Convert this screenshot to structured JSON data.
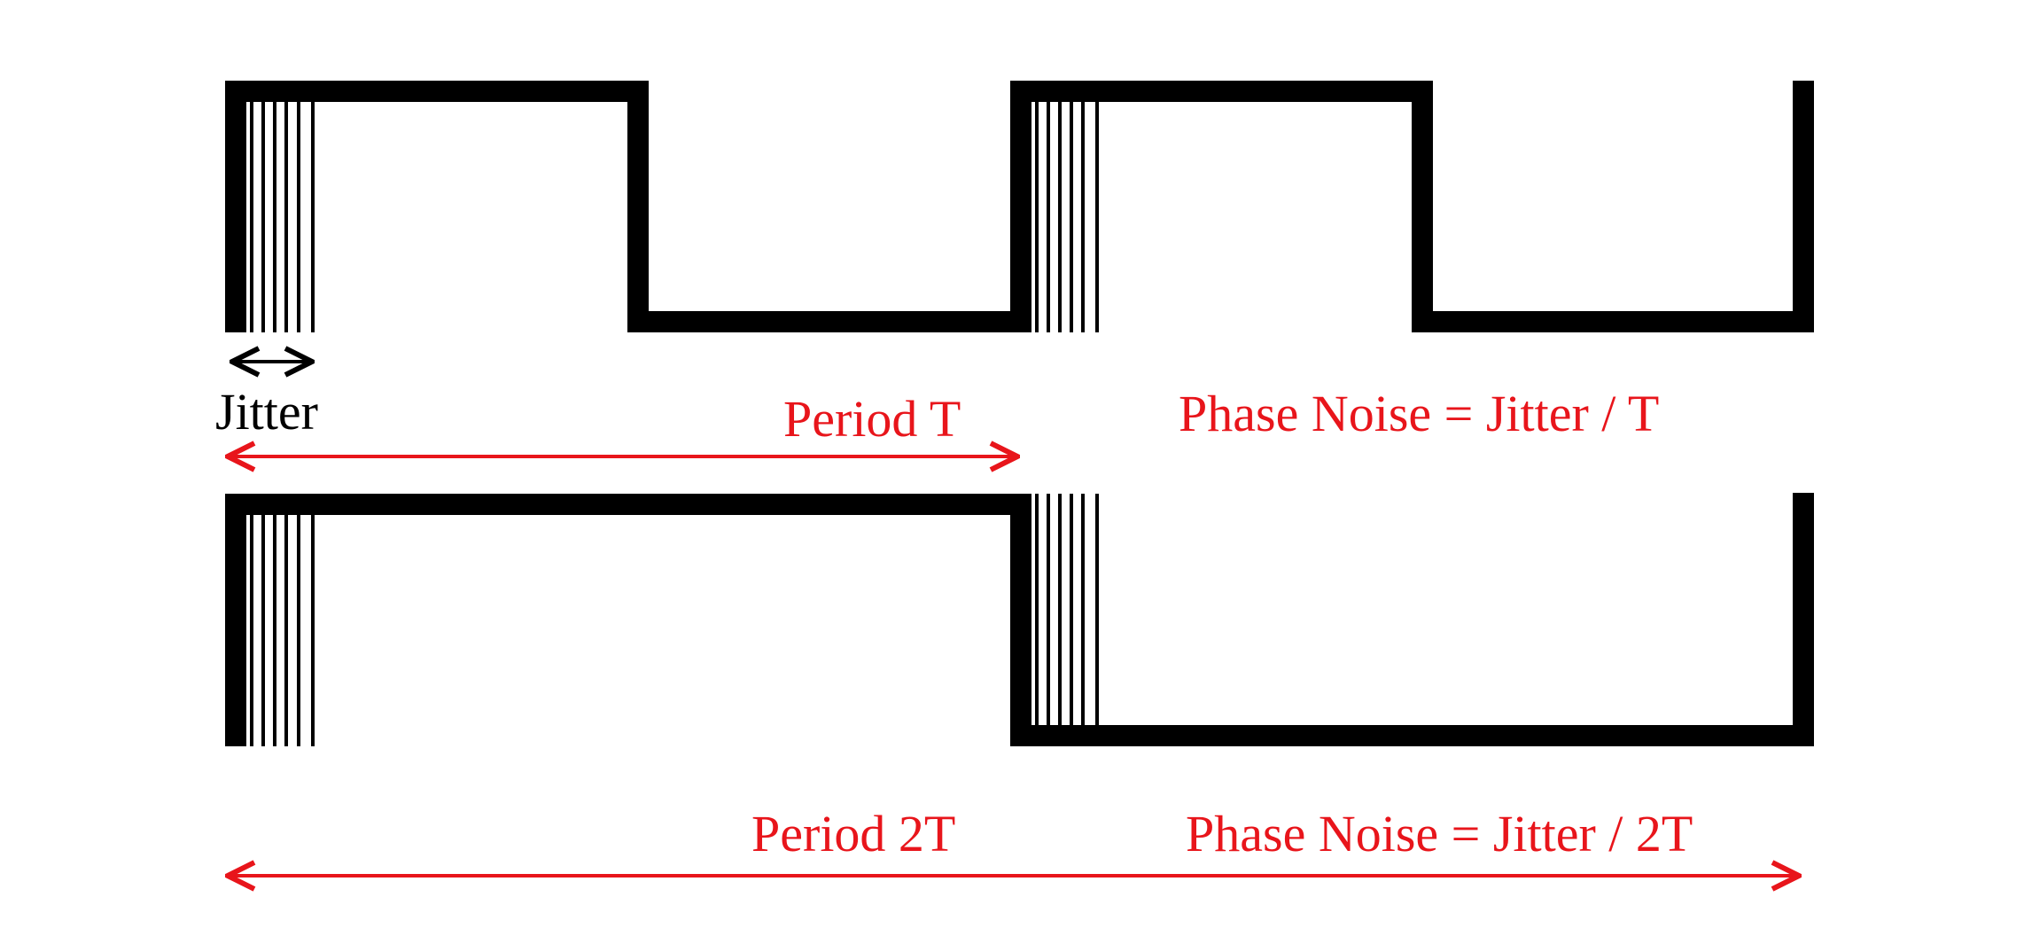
{
  "colors": {
    "waveform": "#000000",
    "annotation": "#e8151b",
    "background": "#ffffff"
  },
  "top_waveform": {
    "jitter_label": "Jitter",
    "period_label": "Period T",
    "phase_noise_label": "Phase Noise = Jitter / T"
  },
  "bottom_waveform": {
    "period_label": "Period 2T",
    "phase_noise_label": "Phase Noise = Jitter / 2T"
  }
}
